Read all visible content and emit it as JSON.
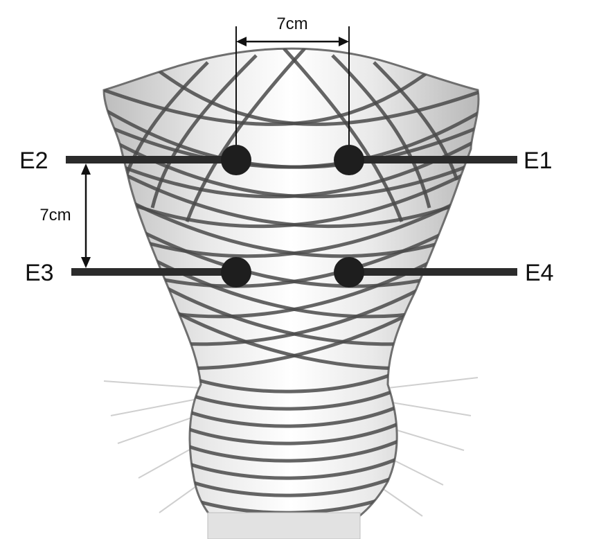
{
  "diagram": {
    "electrodes": {
      "e1": "E1",
      "e2": "E2",
      "e3": "E3",
      "e4": "E4"
    },
    "dimensions": {
      "horizontal": "7cm",
      "vertical": "7cm"
    },
    "colors": {
      "lead": "#2b2b2b",
      "fibre": "#4a4a4a",
      "organ_fill": "#e6e6e6",
      "organ_edge": "#6f6f6f",
      "background": "#ffffff"
    }
  }
}
